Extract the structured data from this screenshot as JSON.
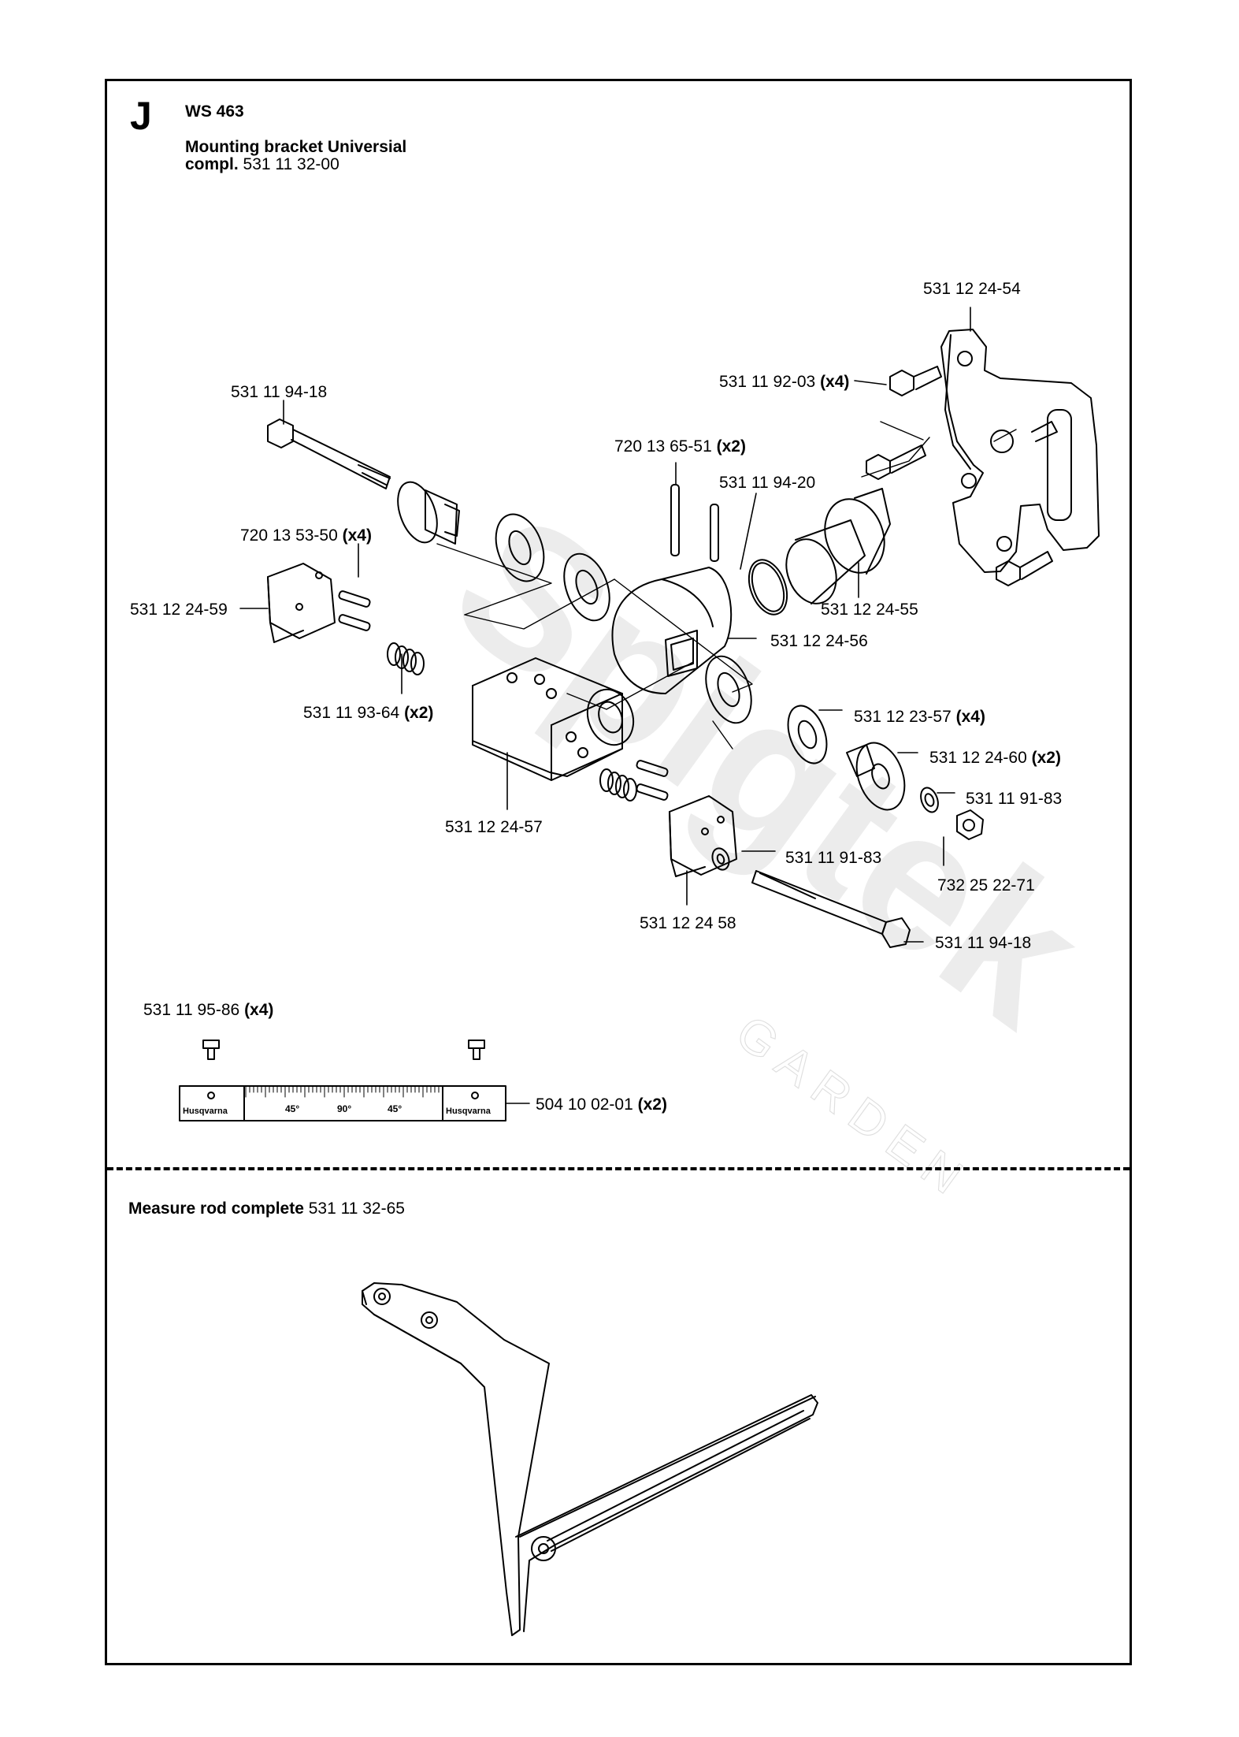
{
  "header": {
    "section_letter": "J",
    "model": "WS 463",
    "title_line1": "Mounting bracket Universial",
    "title_line2_label": "compl.",
    "title_line2_part": "531 11 32-00"
  },
  "parts": [
    {
      "part": "531 12 24-54",
      "qty": ""
    },
    {
      "part": "531 11 92-03",
      "qty": "(x4)"
    },
    {
      "part": "531 11 94-18",
      "qty": ""
    },
    {
      "part": "720 13 65-51",
      "qty": "(x2)"
    },
    {
      "part": "531 11 94-20",
      "qty": ""
    },
    {
      "part": "720 13 53-50",
      "qty": "(x4)"
    },
    {
      "part": "531 12 24-59",
      "qty": ""
    },
    {
      "part": "531 12 24-55",
      "qty": ""
    },
    {
      "part": "531 12 24-56",
      "qty": ""
    },
    {
      "part": "531 11 93-64",
      "qty": "(x2)"
    },
    {
      "part": "531 12 23-57",
      "qty": "(x4)"
    },
    {
      "part": "531 12 24-60",
      "qty": "(x2)"
    },
    {
      "part": "531 11 91-83",
      "qty": ""
    },
    {
      "part": "531 12 24-57",
      "qty": ""
    },
    {
      "part": "531 11 91-83",
      "qty": ""
    },
    {
      "part": "732 25 22-71",
      "qty": ""
    },
    {
      "part": "531 12 24 58",
      "qty": ""
    },
    {
      "part": "531 11 94-18",
      "qty": ""
    },
    {
      "part": "531 11 95-86",
      "qty": "(x4)"
    },
    {
      "part": "504 10 02-01",
      "qty": "(x2)"
    }
  ],
  "scale_plate": {
    "brand_left": "Husqvarna",
    "brand_right": "Husqvarna",
    "mark_left": "45°",
    "mark_center": "90°",
    "mark_right": "45°"
  },
  "measure_rod": {
    "title": "Measure rod complete",
    "part": "531 11 32-65"
  },
  "watermark": {
    "brand": "Spigtek",
    "sub": "GARDEN"
  }
}
